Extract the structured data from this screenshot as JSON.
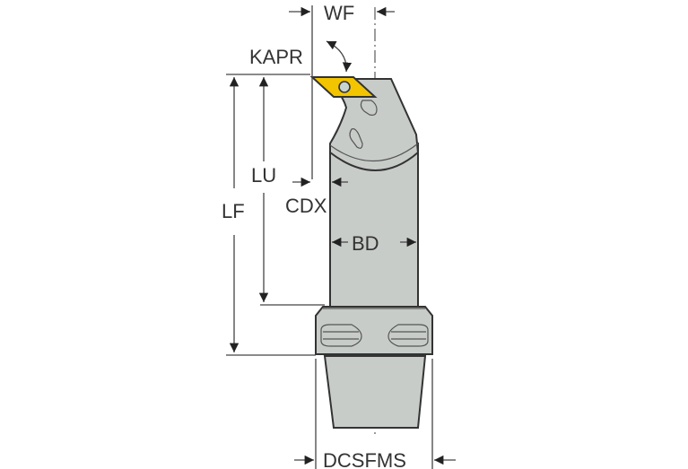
{
  "diagram": {
    "type": "boring bar tool holder dimension drawing",
    "labels": {
      "wf": "WF",
      "kapr": "KAPR",
      "lu": "LU",
      "lf": "LF",
      "cdx": "CDX",
      "bd": "BD",
      "dcsfms": "DCSFMS"
    },
    "colors": {
      "insert": "#f2c500",
      "body": "#c8ccc9",
      "outline": "#333333",
      "dimension_line": "#444444",
      "text": "#333333",
      "background": "#ffffff"
    }
  }
}
